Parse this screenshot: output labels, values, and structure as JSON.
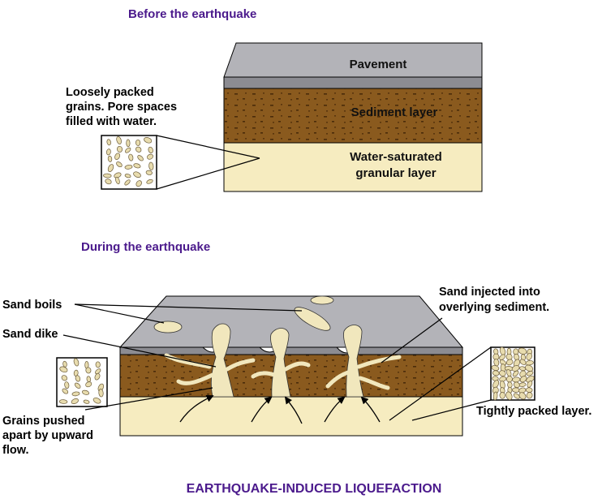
{
  "colors": {
    "title": "#4b1a8c",
    "pavement_top": "#b3b3b8",
    "pavement_side": "#8c8c92",
    "sediment": "#8a5a1e",
    "sediment_specks": "#4a2c0a",
    "granular": "#f6ecc0",
    "sand": "#f1e7bd",
    "outline": "#000000"
  },
  "before": {
    "title": "Before the earthquake",
    "layers": {
      "pavement": "Pavement",
      "sediment": "Sediment layer",
      "granular_line1": "Water-saturated",
      "granular_line2": "granular layer"
    },
    "callout": {
      "line1": "Loosely packed",
      "line2": "grains. Pore spaces",
      "line3": "filled with water."
    }
  },
  "during": {
    "title": "During the earthquake",
    "labels": {
      "sand_boils": "Sand boils",
      "sand_dike": "Sand dike",
      "grains_line1": "Grains pushed",
      "grains_line2": "apart by upward",
      "grains_line3": "flow.",
      "injected_line1": "Sand injected into",
      "injected_line2": "overlying sediment.",
      "tightly": "Tightly packed layer."
    }
  },
  "caption": "EARTHQUAKE-INDUCED LIQUEFACTION"
}
